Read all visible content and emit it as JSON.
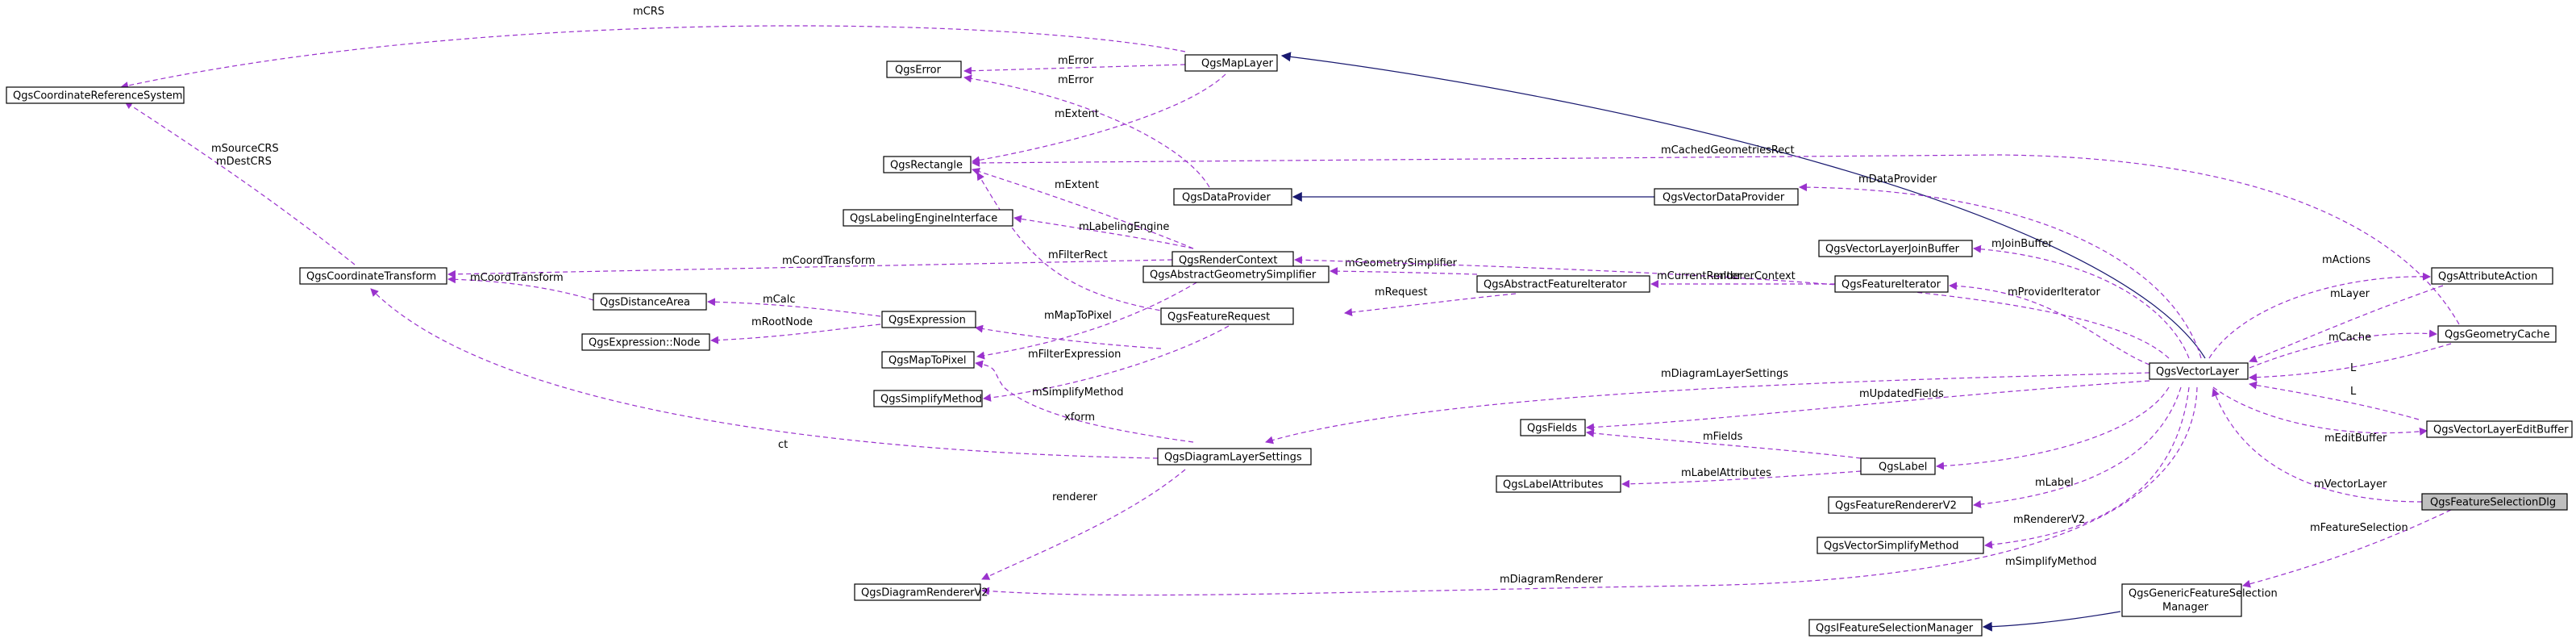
{
  "nodes": [
    {
      "id": "crs",
      "label": "QgsCoordinateReferenceSystem"
    },
    {
      "id": "maplayer",
      "label": "QgsMapLayer"
    },
    {
      "id": "error",
      "label": "QgsError"
    },
    {
      "id": "rect",
      "label": "QgsRectangle"
    },
    {
      "id": "dataprov",
      "label": "QgsDataProvider"
    },
    {
      "id": "vdataprov",
      "label": "QgsVectorDataProvider"
    },
    {
      "id": "labeleng",
      "label": "QgsLabelingEngineInterface"
    },
    {
      "id": "ct",
      "label": "QgsCoordinateTransform"
    },
    {
      "id": "renderctx",
      "label": "QgsRenderContext"
    },
    {
      "id": "distarea",
      "label": "QgsDistanceArea"
    },
    {
      "id": "expr",
      "label": "QgsExpression"
    },
    {
      "id": "exprnode",
      "label": "QgsExpression::Node"
    },
    {
      "id": "maptopixel",
      "label": "QgsMapToPixel"
    },
    {
      "id": "absgeomsimp",
      "label": "QgsAbstractGeometrySimplifier"
    },
    {
      "id": "absfeatit",
      "label": "QgsAbstractFeatureIterator"
    },
    {
      "id": "featreq",
      "label": "QgsFeatureRequest"
    },
    {
      "id": "simpmethod",
      "label": "QgsSimplifyMethod"
    },
    {
      "id": "diaglayer",
      "label": "QgsDiagramLayerSettings"
    },
    {
      "id": "diagrend",
      "label": "QgsDiagramRendererV2"
    },
    {
      "id": "joinbuf",
      "label": "QgsVectorLayerJoinBuffer"
    },
    {
      "id": "featit",
      "label": "QgsFeatureIterator"
    },
    {
      "id": "fields",
      "label": "QgsFields"
    },
    {
      "id": "label",
      "label": "QgsLabel"
    },
    {
      "id": "labelattr",
      "label": "QgsLabelAttributes"
    },
    {
      "id": "featrend",
      "label": "QgsFeatureRendererV2"
    },
    {
      "id": "vsimp",
      "label": "QgsVectorSimplifyMethod"
    },
    {
      "id": "vlayer",
      "label": "QgsVectorLayer"
    },
    {
      "id": "attraction",
      "label": "QgsAttributeAction"
    },
    {
      "id": "geomcache",
      "label": "QgsGeometryCache"
    },
    {
      "id": "editbuf",
      "label": "QgsVectorLayerEditBuffer"
    },
    {
      "id": "fsdlg",
      "label": "QgsFeatureSelectionDlg"
    },
    {
      "id": "genfsm",
      "label": "QgsGenericFeatureSelection Manager"
    },
    {
      "id": "ifsm",
      "label": "QgsIFeatureSelectionManager"
    }
  ],
  "edge_labels": {
    "mCRS": "mCRS",
    "mError": "mError",
    "mError2": "mError",
    "mExtent": "mExtent",
    "mExtent2": "mExtent",
    "mCachedGeometriesRect": "mCachedGeometriesRect",
    "mDataProvider": "mDataProvider",
    "mLabelingEngine": "mLabelingEngine",
    "mFilterRect": "mFilterRect",
    "mCoordTransform": "mCoordTransform",
    "mCoordTransform2": "mCoordTransform",
    "mSourceCRS": "mSourceCRS",
    "mDestCRS": "mDestCRS",
    "mCalc": "mCalc",
    "mRootNode": "mRootNode",
    "mMapToPixel": "mMapToPixel",
    "mFilterExpression": "mFilterExpression",
    "mGeometrySimplifier": "mGeometrySimplifier",
    "mRequest": "mRequest",
    "mIter": "mIter",
    "mSimplifyMethod": "mSimplifyMethod",
    "mSimplifyMethod2": "mSimplifyMethod",
    "xform": "xform",
    "ct": "ct",
    "renderer": "renderer",
    "mJoinBuffer": "mJoinBuffer",
    "mCurrentRendererContext": "mCurrentRendererContext",
    "mProviderIterator": "mProviderIterator",
    "mDiagramLayerSettings": "mDiagramLayerSettings",
    "mUpdatedFields": "mUpdatedFields",
    "mFields": "mFields",
    "mLabel": "mLabel",
    "mLabelAttributes": "mLabelAttributes",
    "mRendererV2": "mRendererV2",
    "mDiagramRenderer": "mDiagramRenderer",
    "mActions": "mActions",
    "mLayer": "mLayer",
    "mCache": "mCache",
    "L": "L",
    "L2": "L",
    "mEditBuffer": "mEditBuffer",
    "mVectorLayer": "mVectorLayer",
    "mFeatureSelection": "mFeatureSelection"
  }
}
